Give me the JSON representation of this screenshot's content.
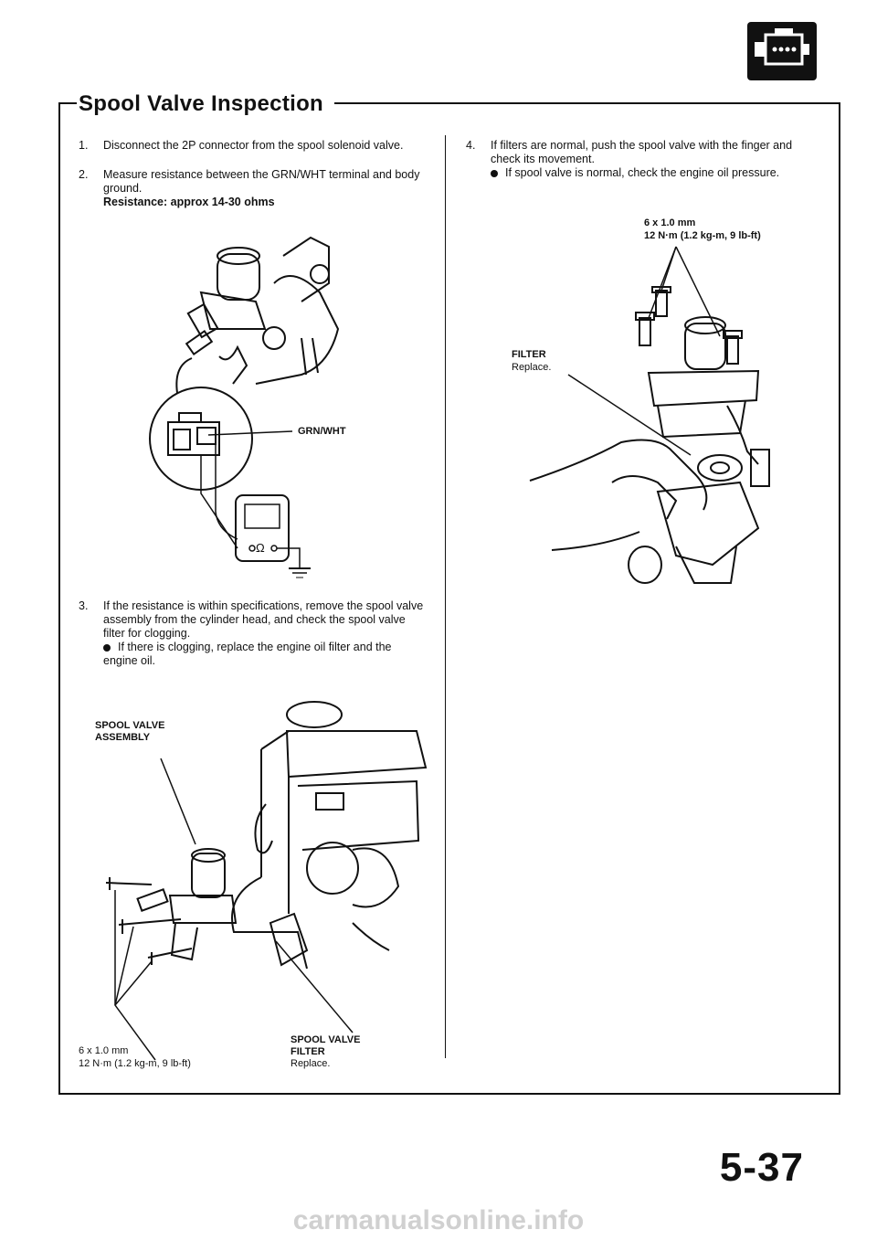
{
  "title": "Spool Valve Inspection",
  "left": {
    "steps": [
      {
        "num": "1.",
        "text": "Disconnect the 2P connector from the spool solenoid valve."
      },
      {
        "num": "2.",
        "text": "Measure resistance between the GRN/WHT terminal and body ground.",
        "spec": "Resistance: approx 14-30 ohms"
      },
      {
        "num": "3.",
        "text": "If the resistance is within specifications, remove the spool valve assembly from the cylinder head, and check the spool valve filter for clogging.",
        "bullet": "If there is clogging, replace the engine oil filter and the engine oil."
      }
    ],
    "fig1_labels": {
      "wire": "GRN/WHT",
      "meter": "Ω"
    },
    "fig2_labels": {
      "assembly": "SPOOL VALVE\nASSEMBLY",
      "filter_title": "SPOOL VALVE\nFILTER",
      "filter_action": "Replace.",
      "bolt_size": "6 x 1.0 mm",
      "torque": "12 N·m (1.2 kg-m, 9 lb-ft)"
    }
  },
  "right": {
    "step": {
      "num": "4.",
      "text": "If filters are normal, push the spool valve with the finger and check its movement.",
      "bullet": "If spool valve is normal, check the engine oil pressure."
    },
    "fig_labels": {
      "bolt_size": "6 x 1.0 mm",
      "torque": "12 N·m (1.2 kg-m, 9 lb-ft)",
      "filter_title": "FILTER",
      "filter_action": "Replace."
    }
  },
  "page_number": "5-37",
  "watermark": "carmanualsonline.info"
}
